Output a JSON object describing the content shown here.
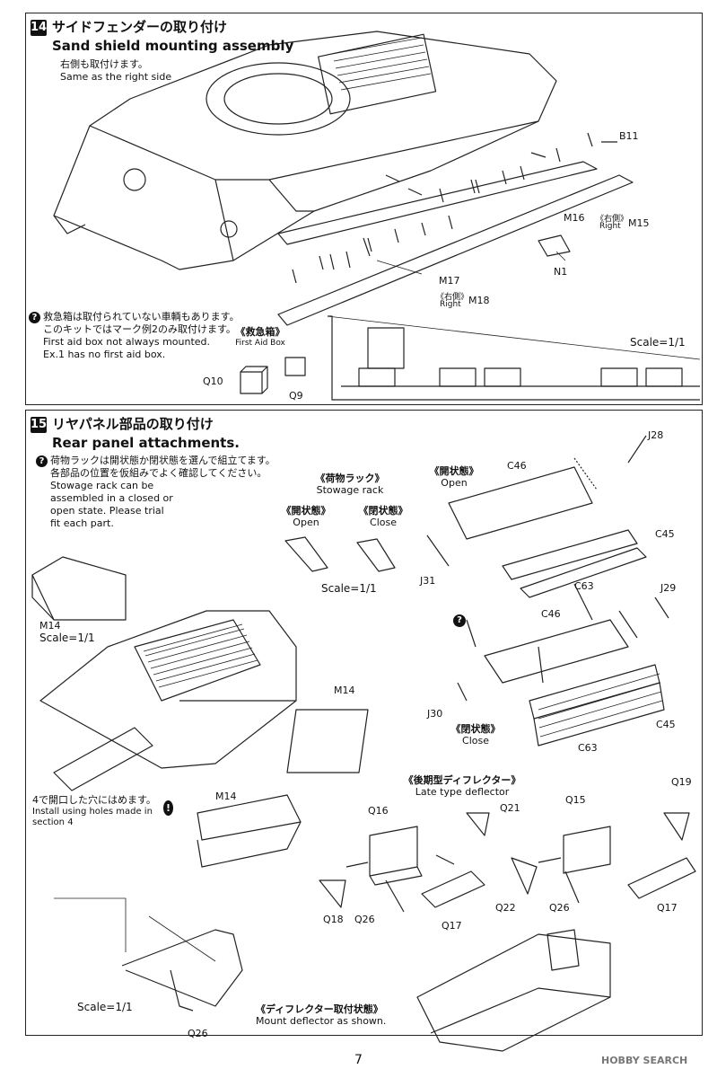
{
  "step14": {
    "number": "14",
    "title_jp": "サイドフェンダーの取り付け",
    "title_en": "Sand shield mounting assembly",
    "note_jp": "右側も取付けます。",
    "note_en": "Same as the right side",
    "first_aid_note_jp_1": "救急箱は取付られていない車輌もあります。",
    "first_aid_note_jp_2": "このキットではマーク例2のみ取付けます。",
    "first_aid_note_en_1": "First aid box not always mounted.",
    "first_aid_note_en_2": "Ex.1 has no first aid box.",
    "first_aid_label_jp": "《救急箱》",
    "first_aid_label_en": "First Aid Box",
    "scale": "Scale=1/1",
    "parts": {
      "b11": "B11",
      "m16": "M16",
      "right_jp": "《右側》",
      "right_en": "Right",
      "m15": "M15",
      "m17": "M17",
      "m18": "M18",
      "n1": "N1",
      "q10": "Q10",
      "q9": "Q9"
    }
  },
  "step15": {
    "number": "15",
    "title_jp": "リヤパネル部品の取り付け",
    "title_en": "Rear panel attachments.",
    "note_jp_1": "荷物ラックは開状態か閉状態を選んで組立てます。",
    "note_jp_2": "各部品の位置を仮組みでよく確認してください。",
    "note_en_1": "Stowage rack can be",
    "note_en_2": "assembled in a closed or",
    "note_en_3": "open state. Please trial",
    "note_en_4": "fit each part.",
    "stowage_jp": "《荷物ラック》",
    "stowage_en": "Stowage rack",
    "open_jp": "《開状態》",
    "open_en": "Open",
    "close_jp": "《閉状態》",
    "close_en": "Close",
    "scale": "Scale=1/1",
    "install_note_jp": "4で開口した穴にはめます。",
    "install_note_en_1": "Install using holes made in",
    "install_note_en_2": "section 4",
    "deflector_jp": "《後期型ディフレクター》",
    "deflector_en": "Late type deflector",
    "mount_jp": "《ディフレクター取付状態》",
    "mount_en": "Mount deflector as shown.",
    "parts": {
      "j28": "J28",
      "c46": "C46",
      "c45": "C45",
      "j31": "J31",
      "c63": "C63",
      "j29": "J29",
      "j30": "J30",
      "m14": "M14",
      "q16": "Q16",
      "q21": "Q21",
      "q15": "Q15",
      "q19": "Q19",
      "q18": "Q18",
      "q26": "Q26",
      "q17": "Q17",
      "q22": "Q22"
    }
  },
  "page_number": "7",
  "watermark": "HOBBY SEARCH"
}
